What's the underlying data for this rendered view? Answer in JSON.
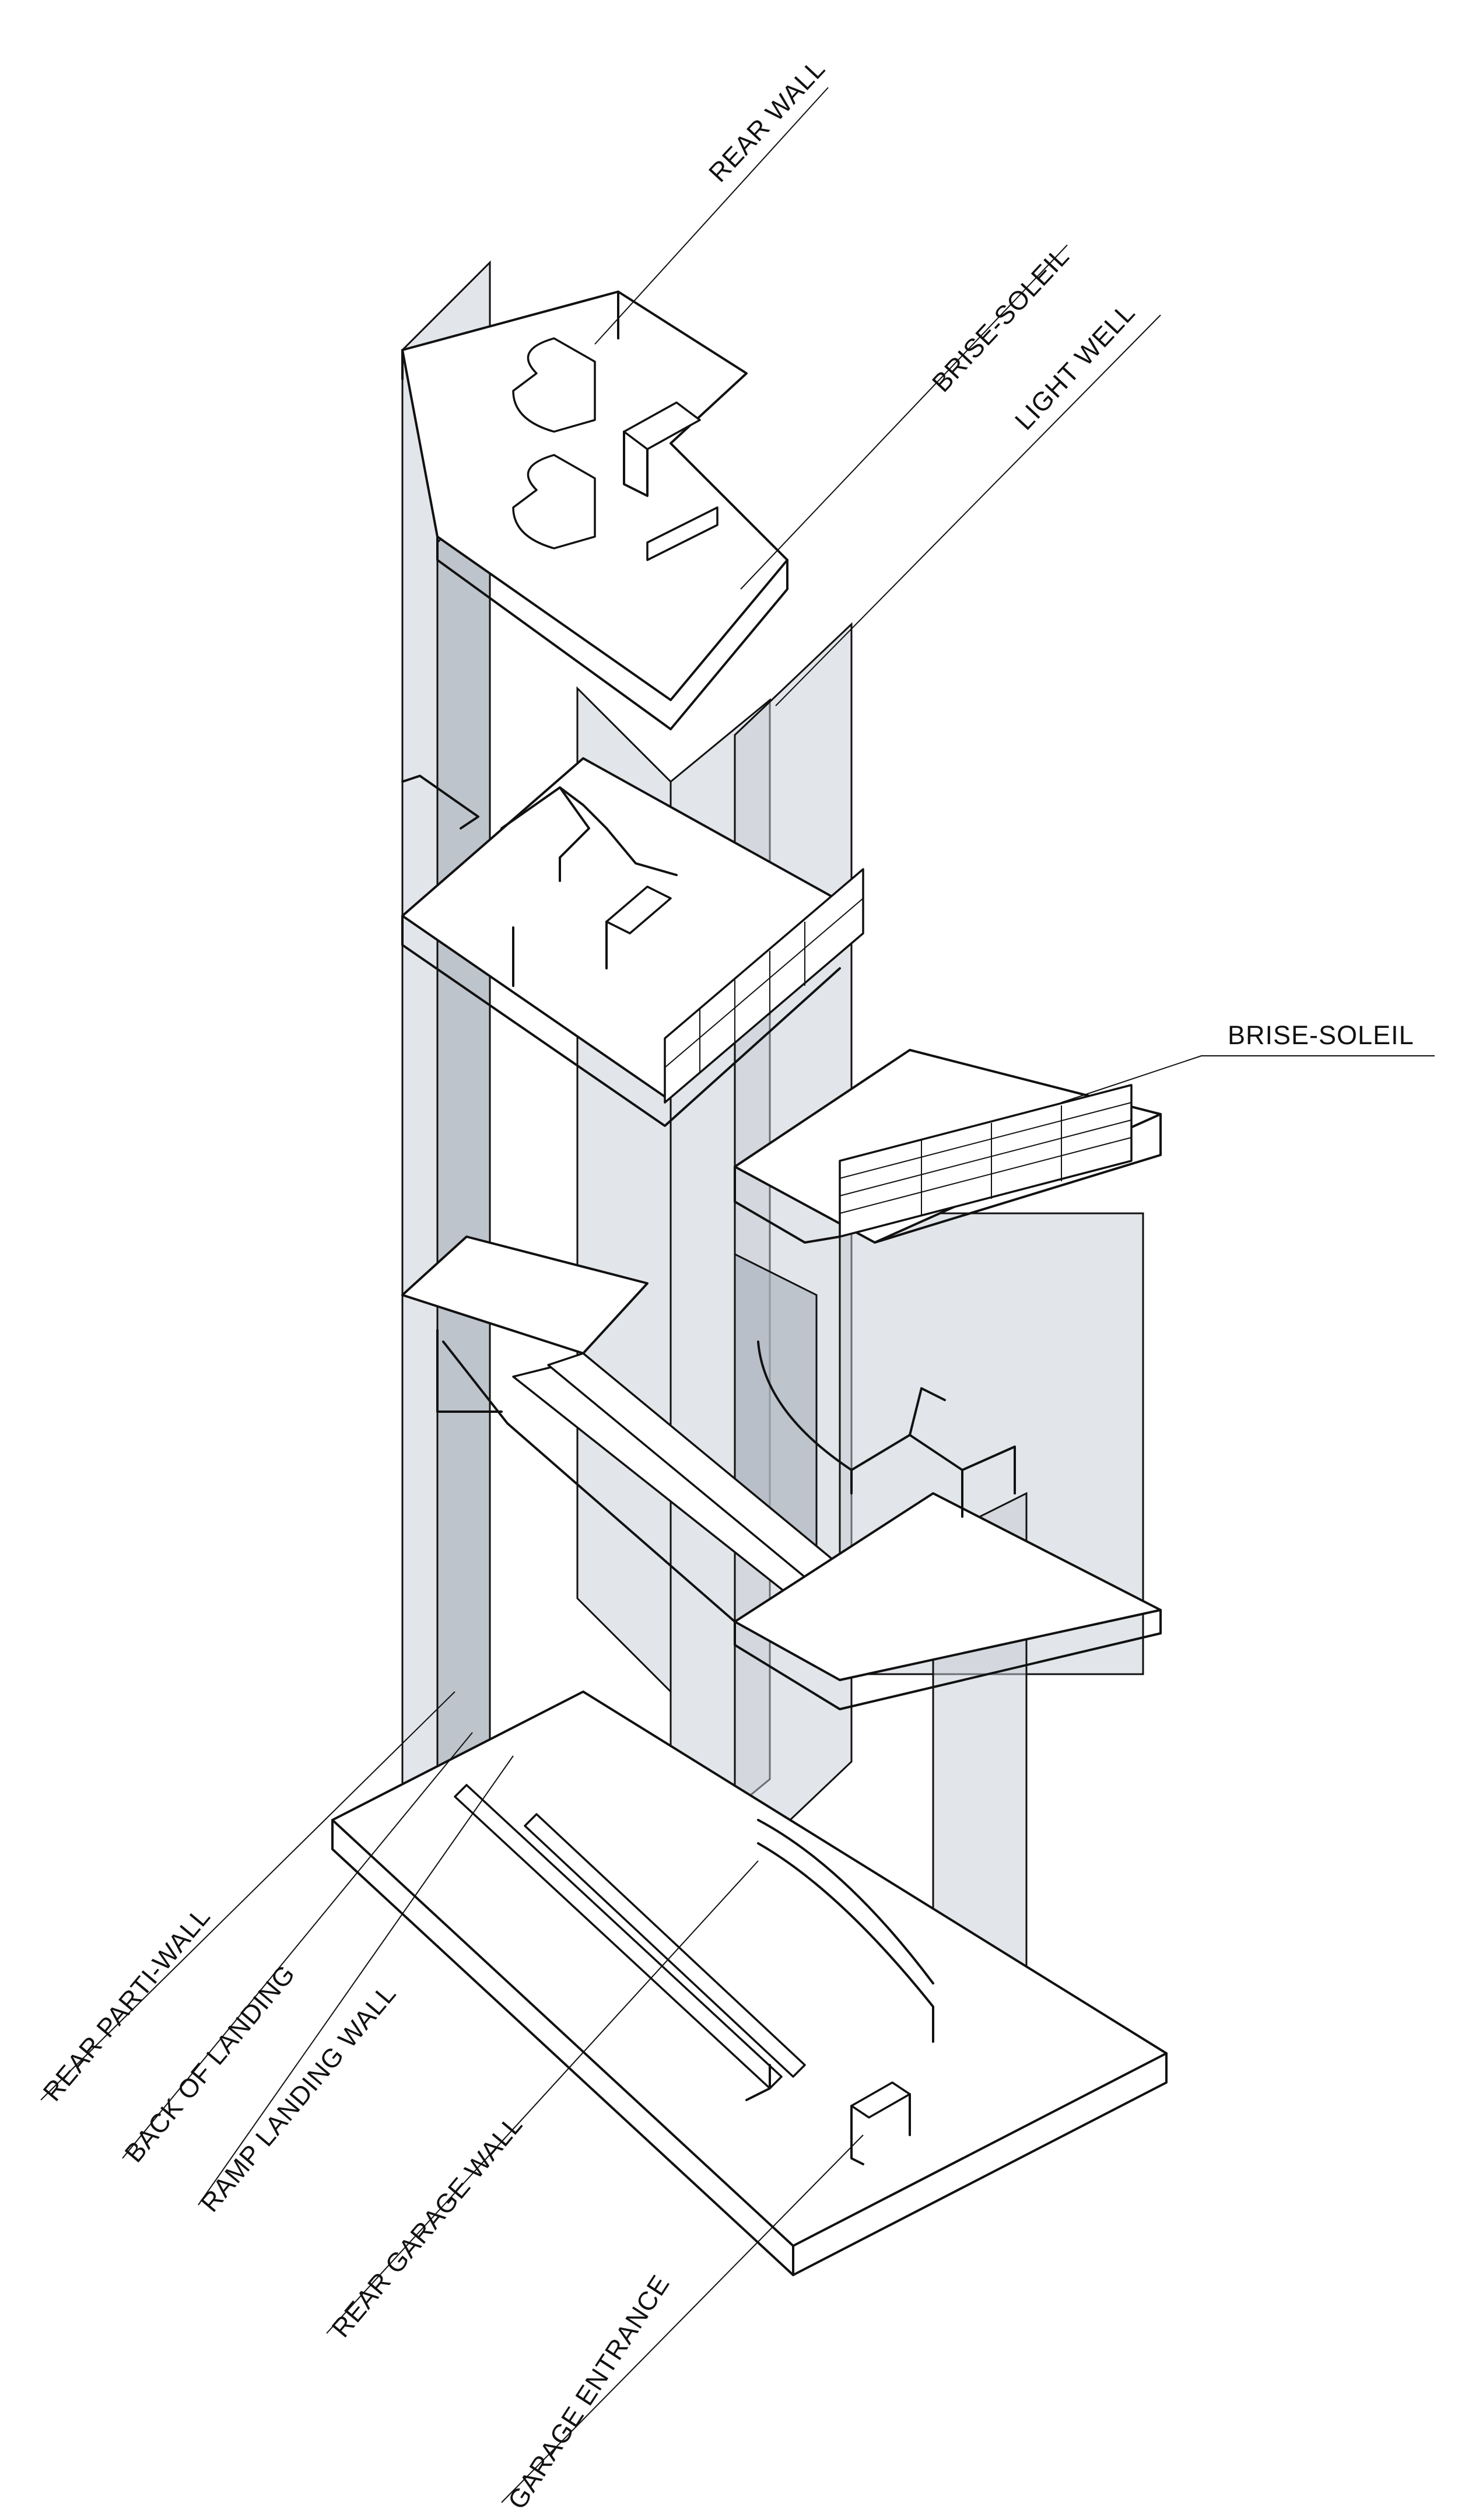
{
  "diagram": {
    "labels": {
      "rear_wall": "REAR WALL",
      "brise_soleil_top": "BRISE-SOLEIL",
      "light_well": "LIGHT WELL",
      "brise_soleil_mid": "BRISE-SOLEIL",
      "rear_parti_wall": "REAR PARTI-WALL",
      "back_of_landing": "BACK OF LANDING",
      "ramp_landing_wall": "RAMP LANDING WALL",
      "rear_garage_wall": "REAR GARAGE WALL",
      "garage_entrance": "GARAGE ENTRANCE"
    },
    "colors": {
      "line": "#111111",
      "glass": "#c6ccd4",
      "glass_dark": "#aab2bd",
      "background": "#ffffff"
    }
  }
}
